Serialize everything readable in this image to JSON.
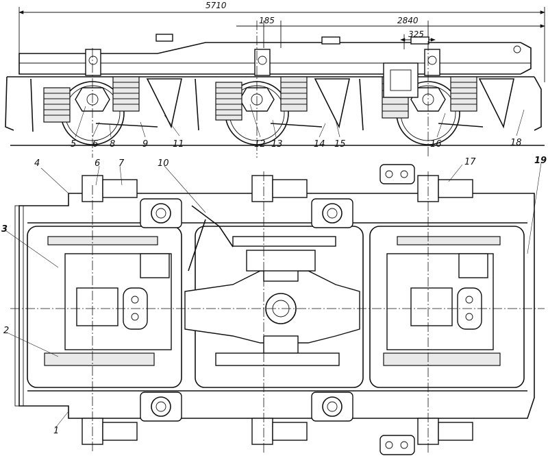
{
  "dimensions": {
    "overall": "5710",
    "center_offset": "185",
    "axle_spacing": "2840",
    "bolster_offset": "325"
  },
  "callouts": [
    "1",
    "2",
    "3",
    "4",
    "5",
    "6",
    "7",
    "8",
    "9",
    "10",
    "11",
    "12",
    "13",
    "14",
    "15",
    "16",
    "17",
    "18",
    "19"
  ]
}
